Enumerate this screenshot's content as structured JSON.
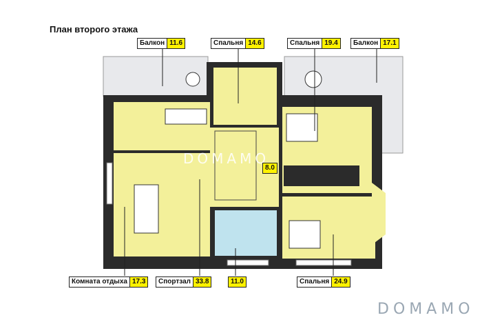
{
  "title": "План второго этажа",
  "watermark": "DOMAMO",
  "colors": {
    "room": "#f3f09a",
    "balcony": "#e8e9ec",
    "bath": "#bfe3ee",
    "wall": "#2b2b2b",
    "label_area": "#fff200"
  },
  "rooms": [
    {
      "id": "balcony-left",
      "name": "Балкон",
      "area": "11.6"
    },
    {
      "id": "bedroom-top",
      "name": "Спальня",
      "area": "14.6"
    },
    {
      "id": "bedroom-right",
      "name": "Спальня",
      "area": "19.4"
    },
    {
      "id": "balcony-right",
      "name": "Балкон",
      "area": "17.1"
    },
    {
      "id": "rest-room",
      "name": "Комната отдыха",
      "area": "17.3"
    },
    {
      "id": "gym",
      "name": "Спортзал",
      "area": "33.8"
    },
    {
      "id": "bathroom",
      "name": "",
      "area": "11.0"
    },
    {
      "id": "bedroom-bottom",
      "name": "Спальня",
      "area": "24.9"
    },
    {
      "id": "hall",
      "name": "",
      "area": "8.0"
    }
  ]
}
